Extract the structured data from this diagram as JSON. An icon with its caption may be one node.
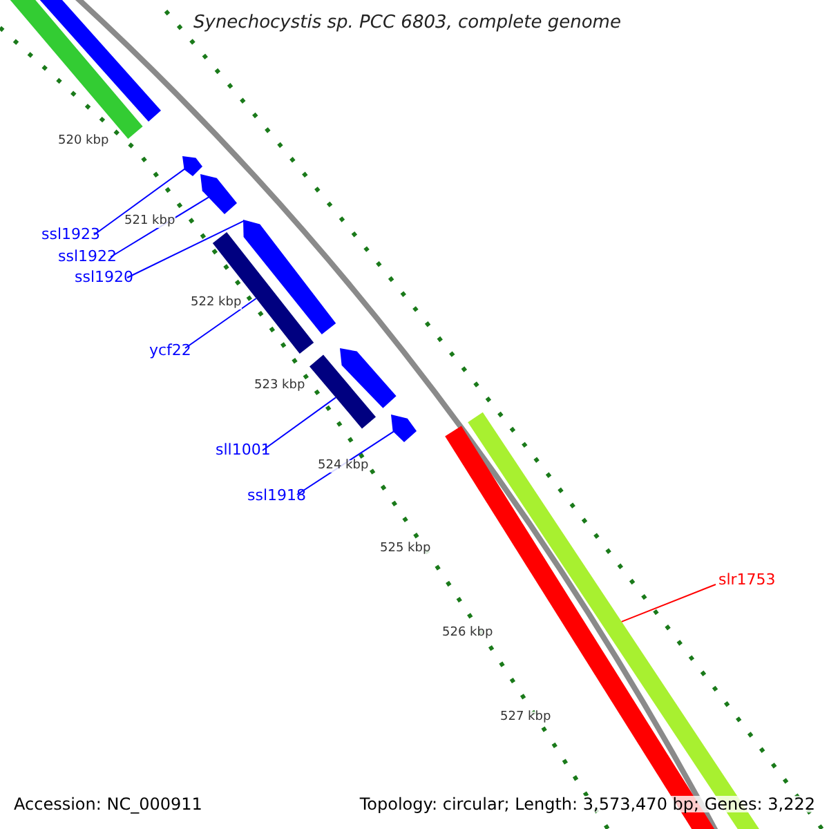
{
  "diagram": {
    "title": "Synechocystis sp. PCC 6803, complete genome",
    "nodes": [
      {
        "text": [
          "ssl1923"
        ]
      },
      {
        "text": [
          "ssl1922"
        ]
      },
      {
        "text": [
          "ssl1920"
        ]
      },
      {
        "text": [
          "ycf22"
        ]
      },
      {
        "text": [
          "sll1001"
        ]
      },
      {
        "text": [
          "ssl1918"
        ]
      },
      {
        "text": [
          "slr1753"
        ]
      },
      {
        "text": [],
        "shape": "arrow"
      },
      {
        "text": [],
        "shape": "arrow"
      },
      {
        "text": [],
        "shape": "arrow"
      },
      {
        "text": [],
        "shape": "bar"
      },
      {
        "text": [],
        "shape": "bar"
      },
      {
        "text": [],
        "shape": "arrow"
      },
      {
        "text": [],
        "shape": "bar"
      },
      {
        "text": [],
        "shape": "bar"
      },
      {
        "text": [],
        "shape": "bar"
      },
      {
        "text": [],
        "shape": "arrow"
      },
      {
        "text": [],
        "shape": "bar"
      }
    ],
    "edges": [
      {
        "from": 0,
        "to": 7,
        "arrow": "none"
      },
      {
        "from": 1,
        "to": 8,
        "arrow": "none"
      },
      {
        "from": 2,
        "to": 9,
        "arrow": "none"
      },
      {
        "from": 3,
        "to": 10,
        "arrow": "none"
      },
      {
        "from": 4,
        "to": 11,
        "arrow": "none"
      },
      {
        "from": 5,
        "to": 12,
        "arrow": "none"
      },
      {
        "from": 6,
        "to": 13,
        "arrow": "none",
        "color": "#ff0000"
      }
    ],
    "labels": [
      "520 kbp",
      "521 kbp",
      "522 kbp",
      "523 kbp",
      "524 kbp",
      "525 kbp",
      "526 kbp",
      "527 kbp",
      "Accession: NC_000911",
      "Topology: circular; Length: 3,573,470 bp; Genes: 3,222"
    ]
  }
}
